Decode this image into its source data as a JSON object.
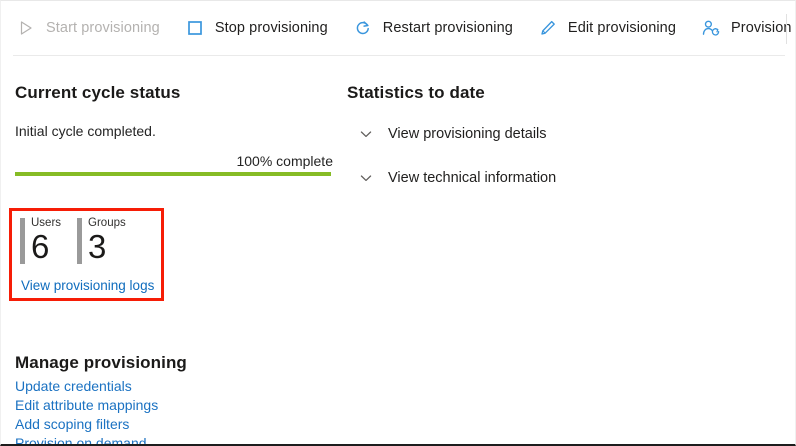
{
  "commandbar": {
    "items": [
      {
        "icon": "play-icon",
        "label": "Start provisioning",
        "disabled": true
      },
      {
        "icon": "stop-square-icon",
        "label": "Stop provisioning",
        "disabled": false
      },
      {
        "icon": "restart-arrow-icon",
        "label": "Restart provisioning",
        "disabled": false
      },
      {
        "icon": "pencil-icon",
        "label": "Edit provisioning",
        "disabled": false
      },
      {
        "icon": "person-sync-icon",
        "label": "Provision on demand",
        "disabled": false
      }
    ]
  },
  "current_cycle": {
    "title": "Current cycle status",
    "status_text": "Initial cycle completed.",
    "progress_label": "100% complete",
    "progress_percent": 100
  },
  "stats_card": {
    "counts": [
      {
        "label": "Users",
        "value": "6"
      },
      {
        "label": "Groups",
        "value": "3"
      }
    ],
    "logs_link": "View provisioning logs"
  },
  "statistics": {
    "title": "Statistics to date",
    "expanders": [
      {
        "icon": "chevron-down-icon",
        "label": "View provisioning details"
      },
      {
        "icon": "chevron-down-icon",
        "label": "View technical information"
      }
    ]
  },
  "manage": {
    "title": "Manage provisioning",
    "links": [
      "Update credentials",
      "Edit attribute mappings",
      "Add scoping filters",
      "Provision on demand"
    ]
  },
  "colors": {
    "accent_link": "#1b72c2",
    "card_link": "#0f6cbd",
    "progress_green": "#86bc25",
    "highlight_red": "#f61d06",
    "icon_blue": "#3a96dd",
    "disabled_gray": "#b4b2b0"
  }
}
